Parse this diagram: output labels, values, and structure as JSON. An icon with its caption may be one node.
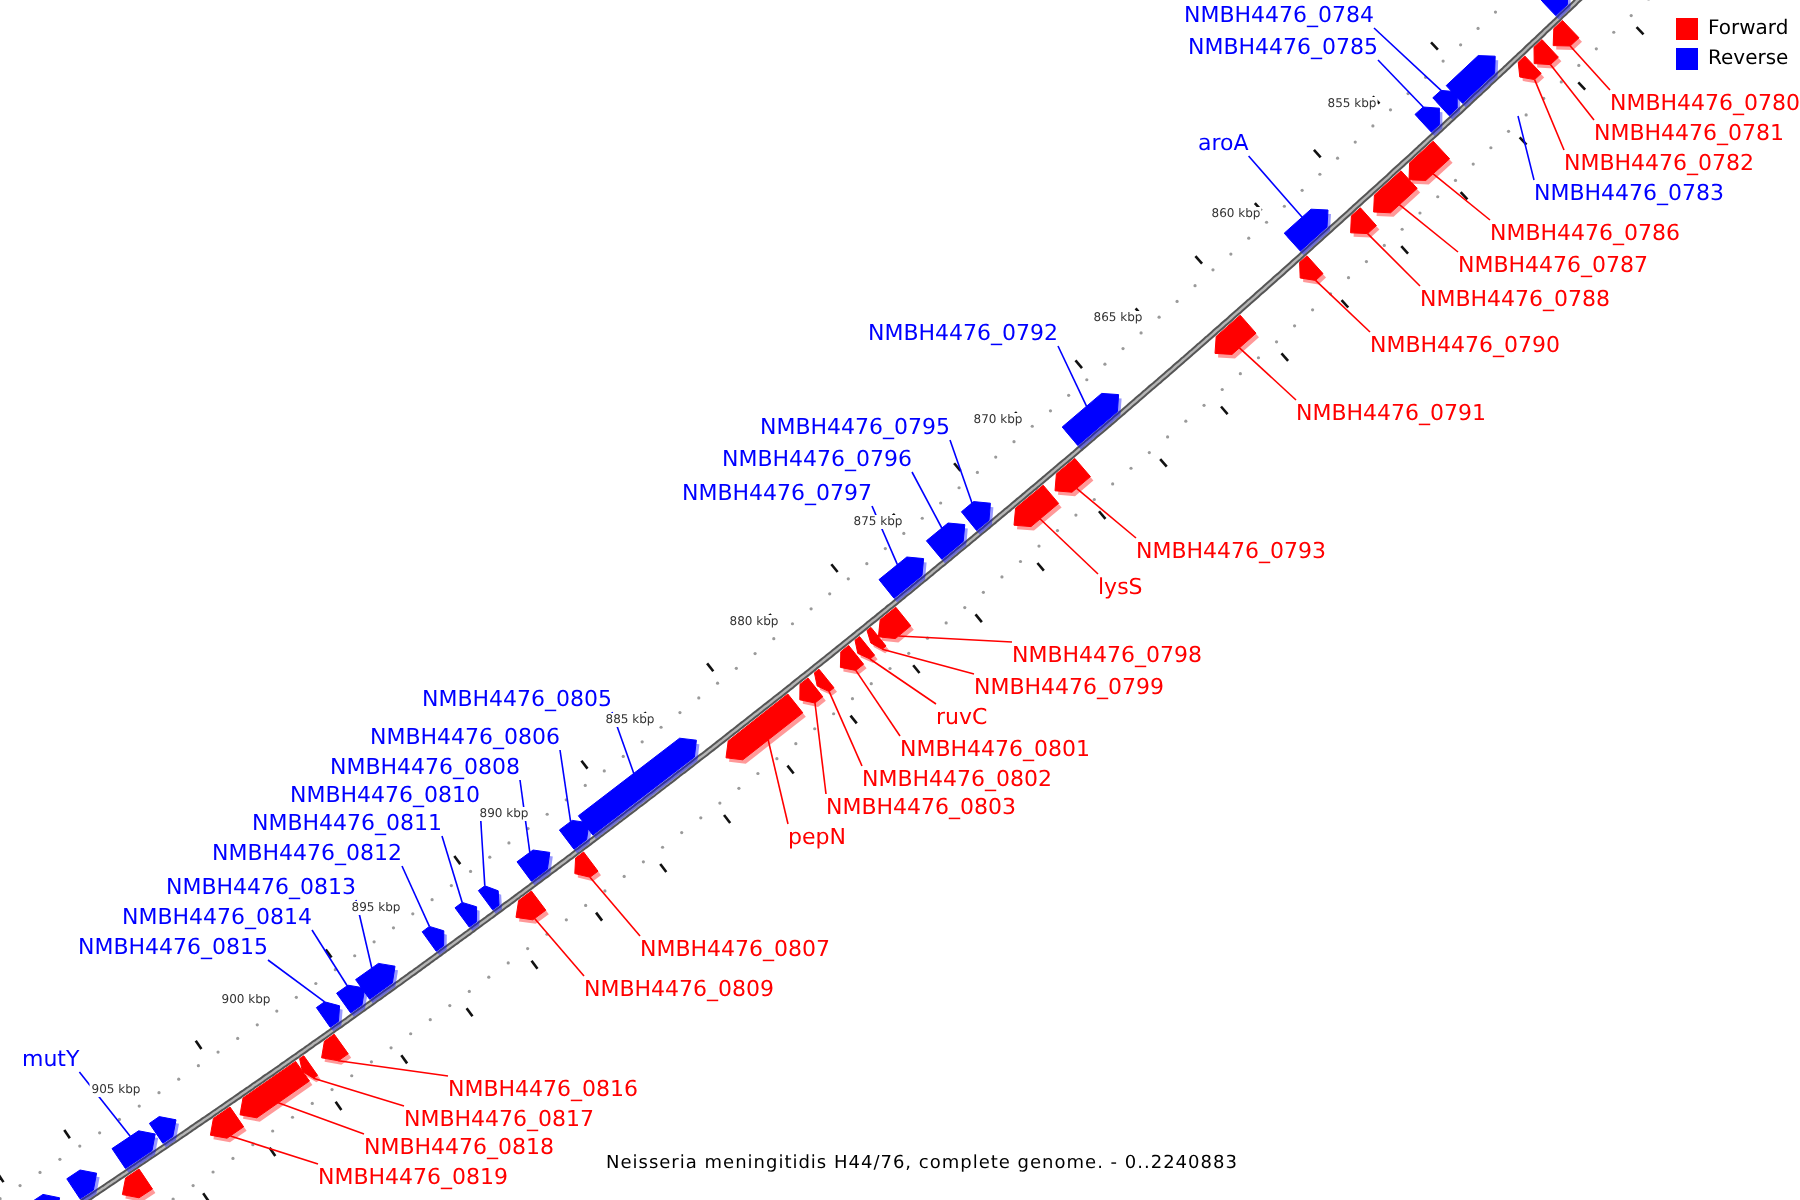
{
  "diagram": {
    "caption": "Neisseria meningitidis H44/76, complete genome. - 0..2240883",
    "nodes": [
      {
        "text": [],
        "shape": "arrow"
      },
      {
        "text": [
          "NMBH4476_0780"
        ]
      },
      {
        "text": [],
        "shape": "arrow"
      },
      {
        "text": [
          "NMBH4476_0781"
        ]
      },
      {
        "text": [],
        "shape": "arrow"
      },
      {
        "text": [
          "NMBH4476_0782"
        ]
      },
      {
        "text": [],
        "shape": "arrow"
      },
      {
        "text": [],
        "shape": "arrow"
      },
      {
        "text": [
          "NMBH4476_0784"
        ]
      },
      {
        "text": [],
        "shape": "arrow"
      },
      {
        "text": [
          "NMBH4476_0785"
        ]
      },
      {
        "text": [],
        "shape": "arrow"
      },
      {
        "text": [
          "NMBH4476_0783"
        ]
      },
      {
        "text": [
          "NMBH4476_0786"
        ]
      },
      {
        "text": [],
        "shape": "arrow"
      },
      {
        "text": [
          "NMBH4476_0787"
        ]
      },
      {
        "text": [],
        "shape": "arrow"
      },
      {
        "text": [
          "NMBH4476_0788"
        ]
      },
      {
        "text": [],
        "shape": "arrow"
      },
      {
        "text": [
          "aroA"
        ]
      },
      {
        "text": [],
        "shape": "arrow"
      },
      {
        "text": [
          "NMBH4476_0790"
        ]
      },
      {
        "text": [],
        "shape": "arrow"
      },
      {
        "text": [
          "NMBH4476_0791"
        ]
      },
      {
        "text": [],
        "shape": "arrow"
      },
      {
        "text": [
          "NMBH4476_0792"
        ]
      },
      {
        "text": [],
        "shape": "arrow"
      },
      {
        "text": [
          "NMBH4476_0793"
        ]
      },
      {
        "text": [],
        "shape": "arrow"
      },
      {
        "text": [
          "lysS"
        ]
      },
      {
        "text": [],
        "shape": "arrow"
      },
      {
        "text": [
          "NMBH4476_0795"
        ]
      },
      {
        "text": [],
        "shape": "arrow"
      },
      {
        "text": [
          "NMBH4476_0796"
        ]
      },
      {
        "text": [],
        "shape": "arrow"
      },
      {
        "text": [
          "NMBH4476_0797"
        ]
      },
      {
        "text": [],
        "shape": "arrow"
      },
      {
        "text": [
          "NMBH4476_0798"
        ]
      },
      {
        "text": [],
        "shape": "arrow"
      },
      {
        "text": [
          "NMBH4476_0799"
        ]
      },
      {
        "text": [],
        "shape": "arrow"
      },
      {
        "text": [
          "ruvC"
        ]
      },
      {
        "text": [],
        "shape": "arrow"
      },
      {
        "text": [
          "NMBH4476_0801"
        ]
      },
      {
        "text": [],
        "shape": "arrow"
      },
      {
        "text": [
          "NMBH4476_0802"
        ]
      },
      {
        "text": [],
        "shape": "arrow"
      },
      {
        "text": [
          "NMBH4476_0803"
        ]
      },
      {
        "text": [],
        "shape": "arrow"
      },
      {
        "text": [
          "pepN"
        ]
      },
      {
        "text": [],
        "shape": "arrow"
      },
      {
        "text": [
          "NMBH4476_0805"
        ]
      },
      {
        "text": [],
        "shape": "arrow"
      },
      {
        "text": [
          "NMBH4476_0806"
        ]
      },
      {
        "text": [],
        "shape": "arrow"
      },
      {
        "text": [
          "NMBH4476_0807"
        ]
      },
      {
        "text": [],
        "shape": "arrow"
      },
      {
        "text": [
          "NMBH4476_0808"
        ]
      },
      {
        "text": [],
        "shape": "arrow"
      },
      {
        "text": [
          "NMBH4476_0809"
        ]
      },
      {
        "text": [],
        "shape": "arrow"
      },
      {
        "text": [
          "NMBH4476_0810"
        ]
      },
      {
        "text": [],
        "shape": "arrow"
      },
      {
        "text": [
          "NMBH4476_0811"
        ]
      },
      {
        "text": [],
        "shape": "arrow"
      },
      {
        "text": [
          "NMBH4476_0812"
        ]
      },
      {
        "text": [],
        "shape": "arrow"
      },
      {
        "text": [
          "NMBH4476_0813"
        ]
      },
      {
        "text": [],
        "shape": "arrow"
      },
      {
        "text": [
          "NMBH4476_0814"
        ]
      },
      {
        "text": [],
        "shape": "arrow"
      },
      {
        "text": [
          "NMBH4476_0815"
        ]
      },
      {
        "text": [],
        "shape": "arrow"
      },
      {
        "text": [
          "NMBH4476_0816"
        ]
      },
      {
        "text": [],
        "shape": "arrow"
      },
      {
        "text": [
          "NMBH4476_0817"
        ]
      },
      {
        "text": [],
        "shape": "arrow"
      },
      {
        "text": [
          "NMBH4476_0818"
        ]
      },
      {
        "text": [],
        "shape": "arrow"
      },
      {
        "text": [
          "NMBH4476_0819"
        ]
      },
      {
        "text": [],
        "shape": "arrow"
      },
      {
        "text": [],
        "shape": "arrow"
      },
      {
        "text": [
          "mutY"
        ]
      },
      {
        "text": [],
        "shape": "arrow"
      },
      {
        "text": [],
        "shape": "arrow"
      },
      {
        "text": [],
        "shape": "arrow"
      },
      {
        "text": [],
        "shape": "arrow"
      }
    ],
    "edges": [
      {
        "from": 1,
        "to": 2,
        "arrow": "none"
      },
      {
        "from": 3,
        "to": 4,
        "arrow": "none"
      },
      {
        "from": 5,
        "to": 6,
        "arrow": "none"
      },
      {
        "from": 8,
        "to": 9,
        "arrow": "none",
        "color": "#0000ff"
      },
      {
        "from": 10,
        "to": 11,
        "arrow": "none",
        "color": "#0000ff"
      },
      {
        "from": 12,
        "to": null,
        "arrow": "none",
        "color": "#0000ff"
      },
      {
        "from": 13,
        "to": 14,
        "arrow": "none"
      },
      {
        "from": 15,
        "to": 16,
        "arrow": "none"
      },
      {
        "from": 17,
        "to": 18,
        "arrow": "none"
      },
      {
        "from": 19,
        "to": 20,
        "arrow": "none",
        "color": "#0000ff"
      },
      {
        "from": 21,
        "to": 22,
        "arrow": "none"
      },
      {
        "from": 23,
        "to": 24,
        "arrow": "none"
      },
      {
        "from": 25,
        "to": 26,
        "arrow": "none",
        "color": "#0000ff"
      },
      {
        "from": 27,
        "to": 28,
        "arrow": "none"
      },
      {
        "from": 29,
        "to": 30,
        "arrow": "none"
      },
      {
        "from": 31,
        "to": 32,
        "arrow": "none",
        "color": "#0000ff"
      },
      {
        "from": 33,
        "to": 34,
        "arrow": "none",
        "color": "#0000ff"
      },
      {
        "from": 35,
        "to": 36,
        "arrow": "none",
        "color": "#0000ff"
      },
      {
        "from": 37,
        "to": 38,
        "arrow": "none"
      },
      {
        "from": 39,
        "to": 40,
        "arrow": "none"
      },
      {
        "from": 41,
        "to": 42,
        "arrow": "none"
      },
      {
        "from": 43,
        "to": 44,
        "arrow": "none"
      },
      {
        "from": 45,
        "to": 46,
        "arrow": "none"
      },
      {
        "from": 47,
        "to": 48,
        "arrow": "none"
      },
      {
        "from": 49,
        "to": 50,
        "arrow": "none"
      },
      {
        "from": 51,
        "to": 52,
        "arrow": "none",
        "color": "#0000ff"
      },
      {
        "from": 53,
        "to": 54,
        "arrow": "none",
        "color": "#0000ff"
      },
      {
        "from": 55,
        "to": 56,
        "arrow": "none"
      },
      {
        "from": 57,
        "to": 58,
        "arrow": "none",
        "color": "#0000ff"
      },
      {
        "from": 59,
        "to": 60,
        "arrow": "none"
      },
      {
        "from": 61,
        "to": 62,
        "arrow": "none",
        "color": "#0000ff"
      },
      {
        "from": 63,
        "to": 64,
        "arrow": "none",
        "color": "#0000ff"
      },
      {
        "from": 65,
        "to": 66,
        "arrow": "none",
        "color": "#0000ff"
      },
      {
        "from": 67,
        "to": 68,
        "arrow": "none",
        "color": "#0000ff"
      },
      {
        "from": 69,
        "to": 70,
        "arrow": "none",
        "color": "#0000ff"
      },
      {
        "from": 71,
        "to": 72,
        "arrow": "none",
        "color": "#0000ff"
      },
      {
        "from": 73,
        "to": 74,
        "arrow": "none"
      },
      {
        "from": 75,
        "to": 76,
        "arrow": "none"
      },
      {
        "from": 77,
        "to": 78,
        "arrow": "none"
      },
      {
        "from": 79,
        "to": 80,
        "arrow": "none"
      },
      {
        "from": 82,
        "to": 83,
        "arrow": "none",
        "color": "#0000ff"
      }
    ],
    "labels": [
      "855 kbp",
      "860 kbp",
      "865 kbp",
      "870 kbp",
      "875 kbp",
      "880 kbp",
      "885 kbp",
      "890 kbp",
      "895 kbp",
      "900 kbp",
      "905 kbp"
    ],
    "legend": [
      {
        "text": "Forward",
        "color": "#ff0000"
      },
      {
        "text": "Reverse",
        "color": "#0000ff"
      }
    ]
  }
}
